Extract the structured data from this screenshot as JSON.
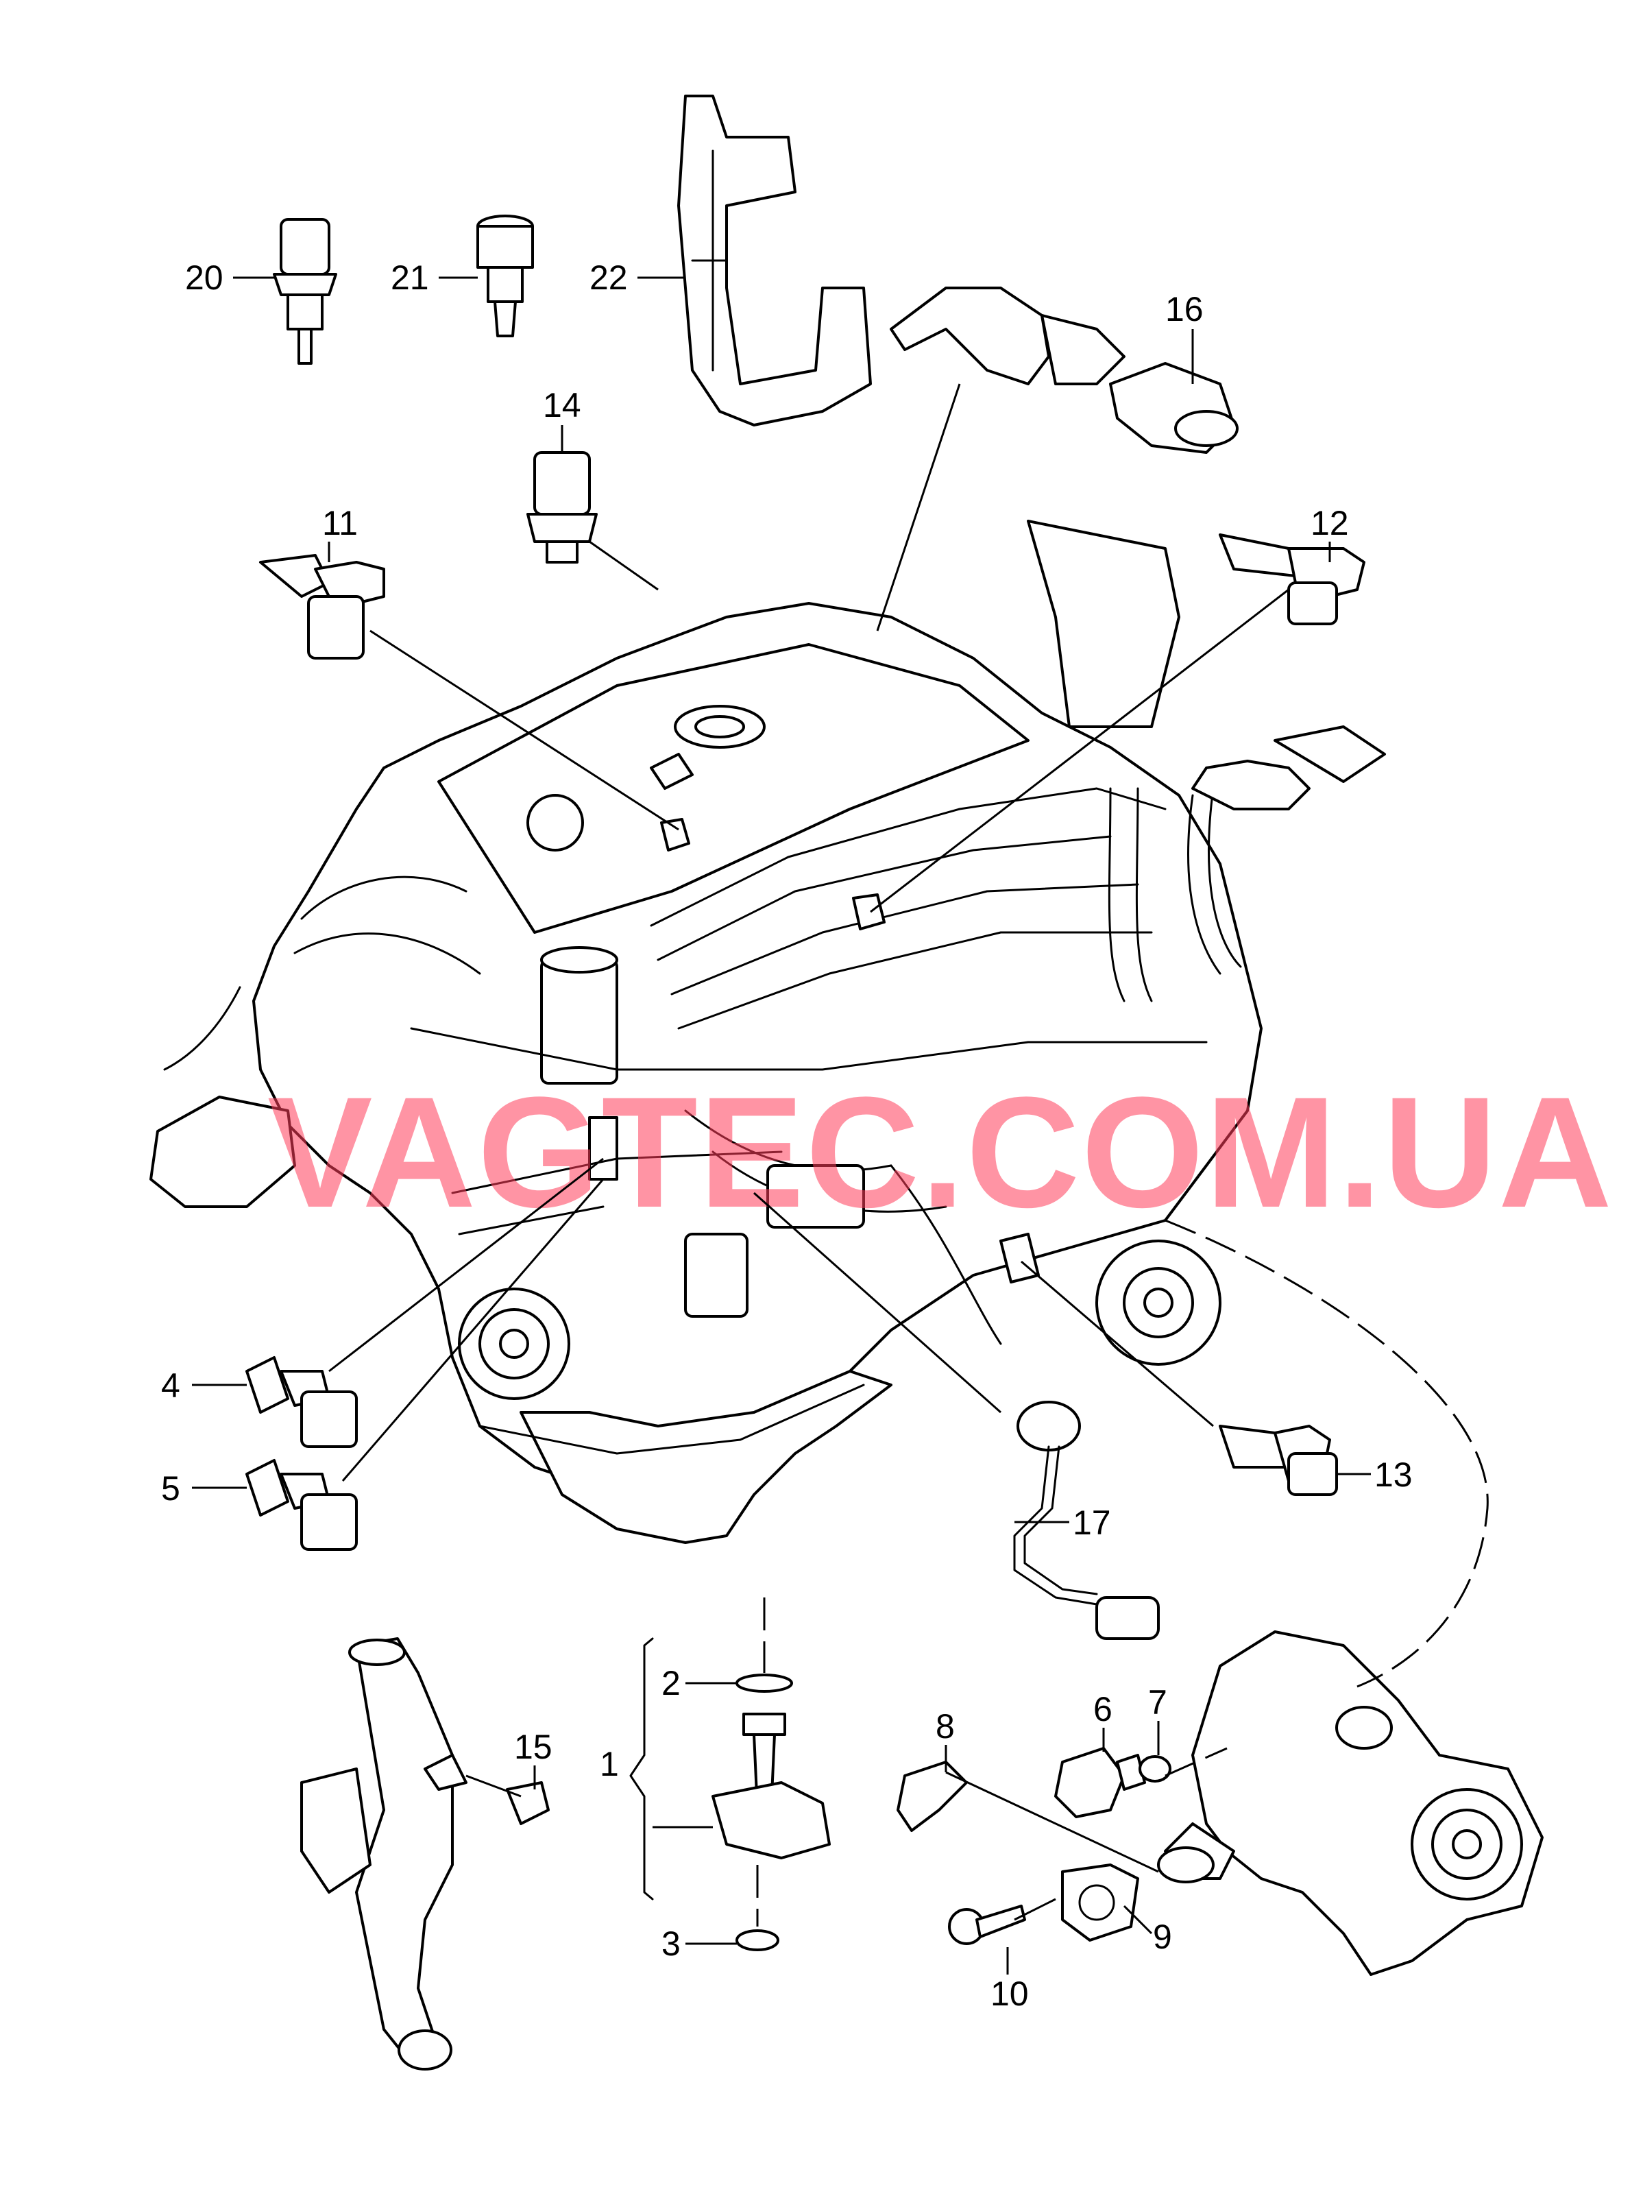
{
  "watermark": {
    "text": "VAGTEC.COM.UA",
    "color": "#ff3c5a"
  },
  "callouts": [
    {
      "id": "20",
      "label": "20"
    },
    {
      "id": "21",
      "label": "21"
    },
    {
      "id": "22",
      "label": "22"
    },
    {
      "id": "16",
      "label": "16"
    },
    {
      "id": "14",
      "label": "14"
    },
    {
      "id": "11",
      "label": "11"
    },
    {
      "id": "12",
      "label": "12"
    },
    {
      "id": "4",
      "label": "4"
    },
    {
      "id": "5",
      "label": "5"
    },
    {
      "id": "13",
      "label": "13"
    },
    {
      "id": "17",
      "label": "17"
    },
    {
      "id": "2",
      "label": "2"
    },
    {
      "id": "1",
      "label": "1"
    },
    {
      "id": "3",
      "label": "3"
    },
    {
      "id": "15",
      "label": "15"
    },
    {
      "id": "8",
      "label": "8"
    },
    {
      "id": "6",
      "label": "6"
    },
    {
      "id": "7",
      "label": "7"
    },
    {
      "id": "9",
      "label": "9"
    },
    {
      "id": "10",
      "label": "10"
    }
  ]
}
